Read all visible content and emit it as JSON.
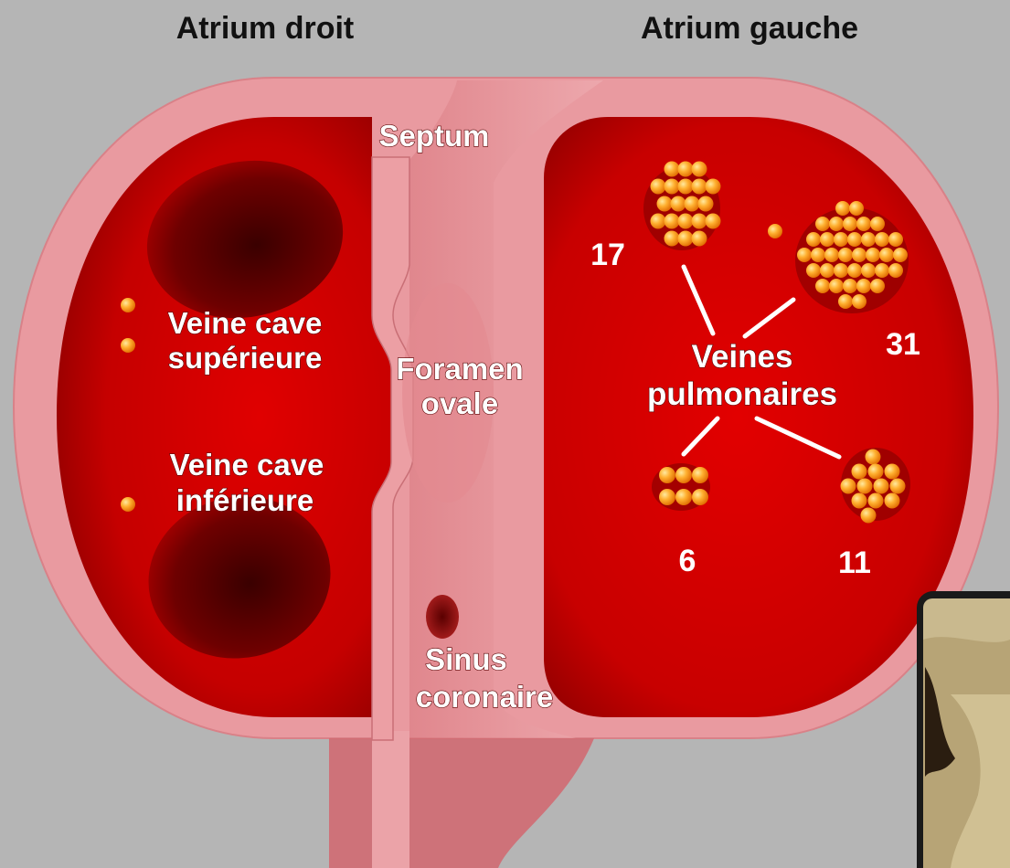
{
  "titles": {
    "left": "Atrium droit",
    "right": "Atrium gauche"
  },
  "labels": {
    "septum": "Septum",
    "vcs_line1": "Veine cave",
    "vcs_line2": "supérieure",
    "vci_line1": "Veine cave",
    "vci_line2": "inférieure",
    "foramen_line1": "Foramen",
    "foramen_line2": "ovale",
    "sinus_line1": "Sinus",
    "sinus_line2": "coronaire",
    "pulm_line1": "Veines",
    "pulm_line2": "pulmonaires"
  },
  "pulmonary_veins": [
    {
      "id": "upper-left",
      "count": "17"
    },
    {
      "id": "upper-right",
      "count": "31"
    },
    {
      "id": "lower-left",
      "count": "6"
    },
    {
      "id": "lower-right",
      "count": "11"
    }
  ],
  "colors": {
    "background": "#b5b5b5",
    "wall": "#e89ea4",
    "chamber": "#d10000",
    "chamber_dark": "#8a0000",
    "dot": "#ffa41c"
  }
}
